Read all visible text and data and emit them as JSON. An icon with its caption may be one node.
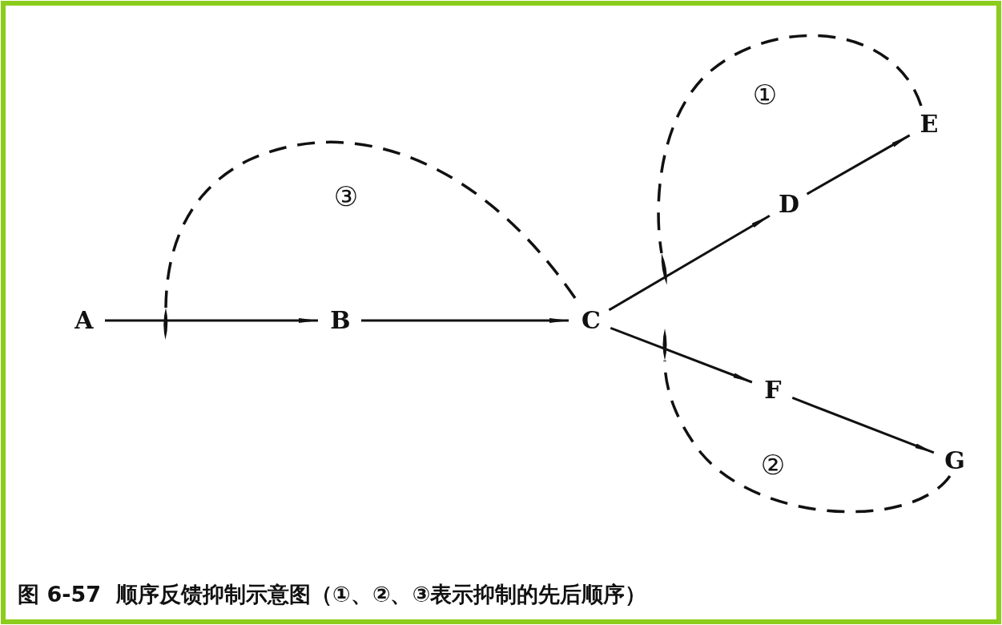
{
  "diagram": {
    "caption": "图 6-57  顺序反馈抑制示意图（①、②、③表示抑制的先后顺序）",
    "nodes": [
      {
        "text": [
          "A"
        ]
      },
      {
        "text": [
          "B"
        ]
      },
      {
        "text": [
          "C"
        ]
      },
      {
        "text": [
          "D"
        ]
      },
      {
        "text": [
          "E"
        ]
      },
      {
        "text": [
          "F"
        ]
      },
      {
        "text": [
          "G"
        ]
      }
    ],
    "edges": [
      {
        "from": 0,
        "to": 1,
        "arrow": "to"
      },
      {
        "from": 1,
        "to": 2,
        "arrow": "to"
      },
      {
        "from": 2,
        "to": 3,
        "arrow": "to"
      },
      {
        "from": 3,
        "to": 4,
        "arrow": "to"
      },
      {
        "from": 2,
        "to": 5,
        "arrow": "to"
      },
      {
        "from": 5,
        "to": 6,
        "arrow": "to"
      },
      {
        "from": 4,
        "to": null,
        "arrow": "other",
        "style": "dashed",
        "label": "①"
      },
      {
        "from": 6,
        "to": null,
        "arrow": "other",
        "style": "dashed",
        "label": "②"
      },
      {
        "from": 2,
        "to": null,
        "arrow": "other",
        "style": "dashed",
        "label": "③"
      }
    ]
  }
}
